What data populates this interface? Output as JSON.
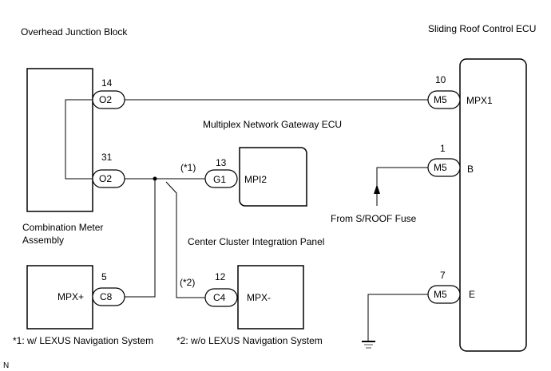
{
  "components": {
    "overhead_junction_block": "Overhead Junction Block",
    "sliding_roof_ecu": "Sliding Roof Control ECU",
    "gateway_ecu": "Multiplex Network Gateway ECU",
    "combination_meter": [
      "Combination Meter",
      "Assembly"
    ],
    "center_cluster": "Center Cluster Integration Panel"
  },
  "connectors": {
    "ojb_14": {
      "pin": "14",
      "code": "O2"
    },
    "ojb_31": {
      "pin": "31",
      "code": "O2"
    },
    "gw_13": {
      "pin": "13",
      "code": "G1",
      "terminal": "MPI2",
      "note": "(*1)"
    },
    "meter_5": {
      "pin": "5",
      "code": "C8",
      "terminal": "MPX+"
    },
    "ccp_12": {
      "pin": "12",
      "code": "C4",
      "terminal": "MPX-",
      "note": "(*2)"
    },
    "sr_10": {
      "pin": "10",
      "code": "M5",
      "terminal": "MPX1"
    },
    "sr_1": {
      "pin": "1",
      "code": "M5",
      "terminal": "B"
    },
    "sr_7": {
      "pin": "7",
      "code": "M5",
      "terminal": "E"
    }
  },
  "fuse_label": "From S/ROOF Fuse",
  "notes": {
    "n1": "*1: w/ LEXUS Navigation System",
    "n2": "*2: w/o LEXUS Navigation System"
  },
  "corner_mark": "N"
}
